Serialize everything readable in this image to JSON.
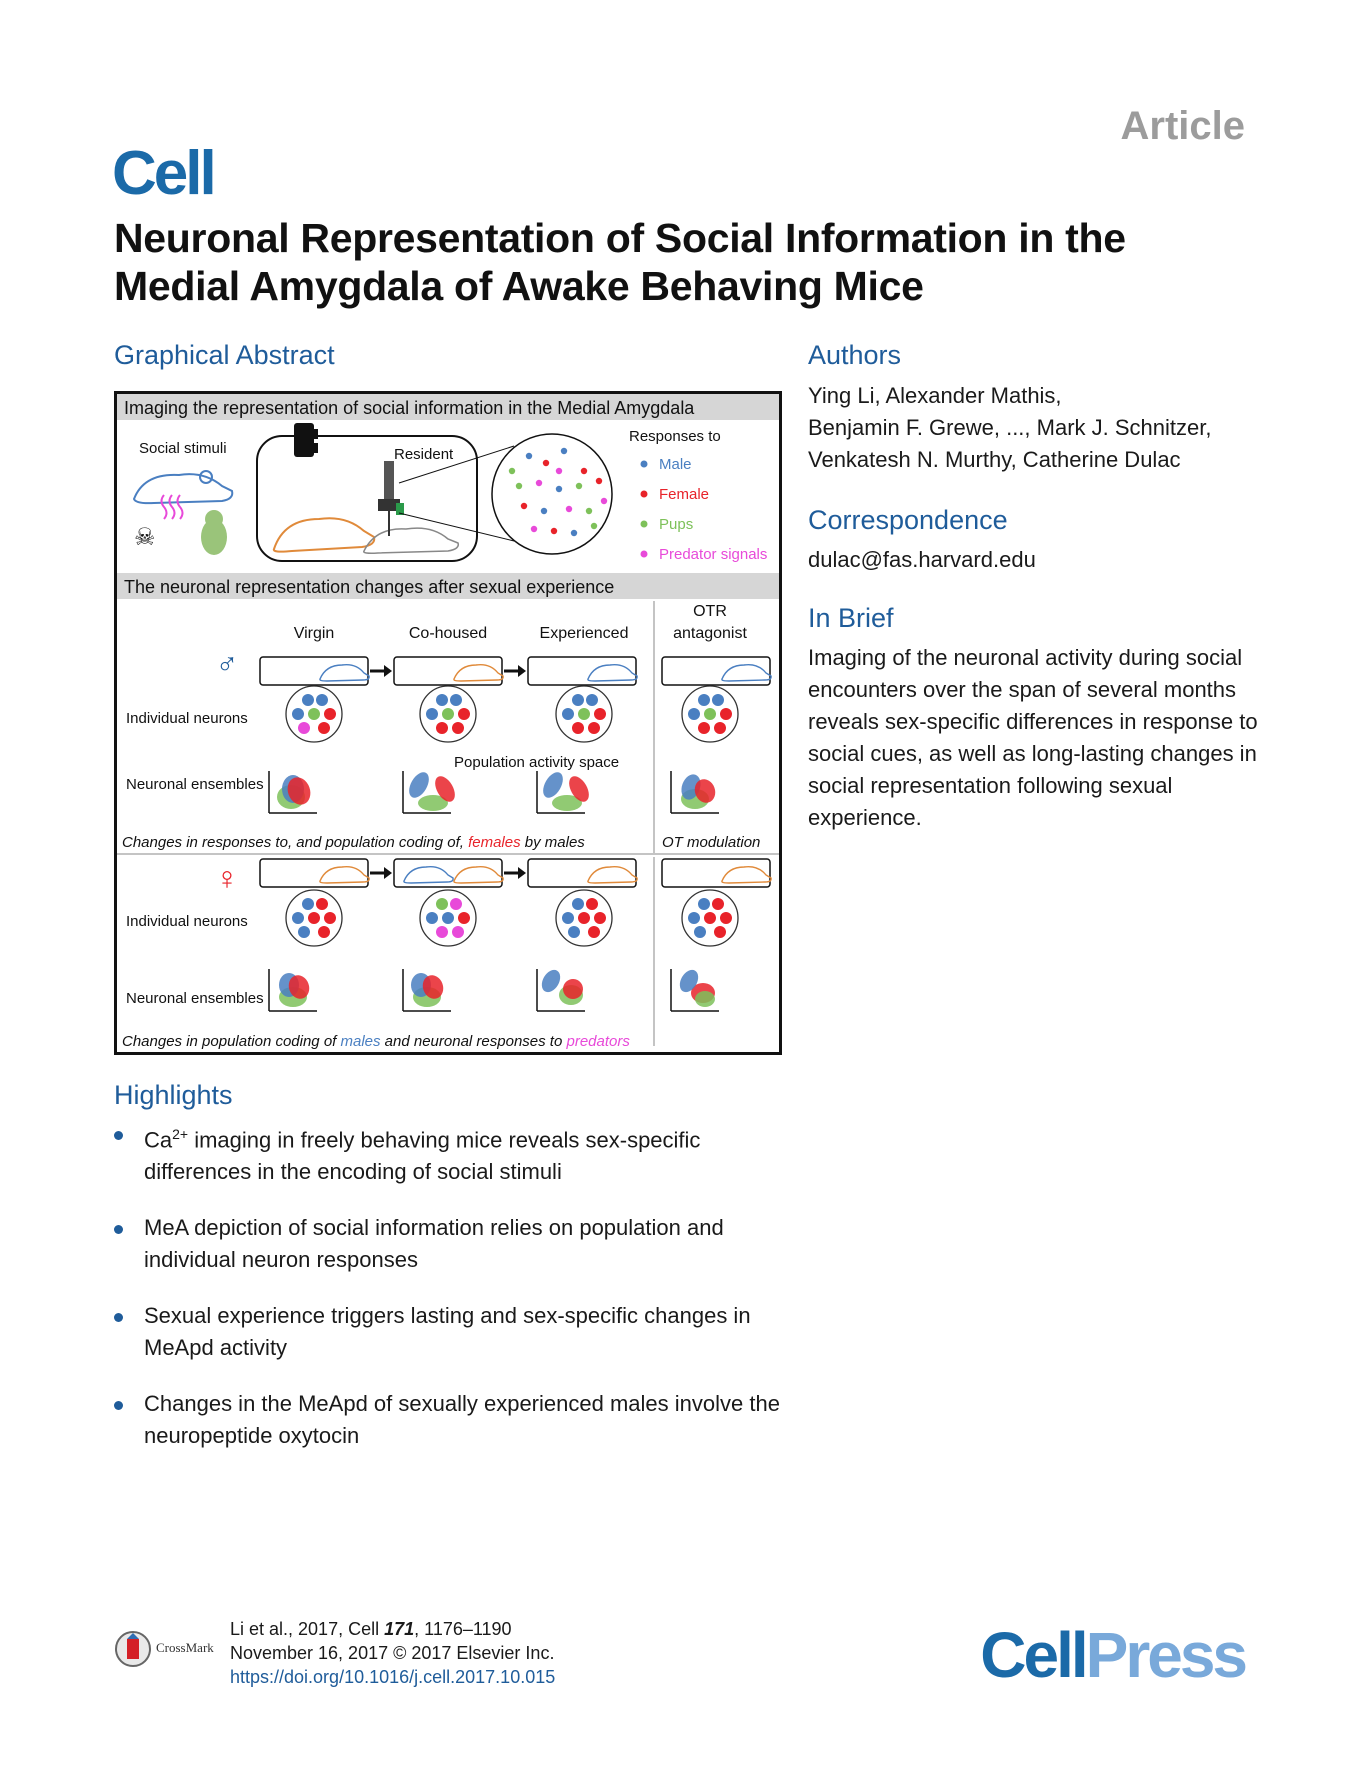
{
  "header": {
    "journal": "Cell",
    "article_type": "Article"
  },
  "title": "Neuronal Representation of Social Information in the Medial Amygdala of Awake Behaving Mice",
  "graphical_abstract": {
    "heading": "Graphical Abstract",
    "panel1_title": "Imaging the representation of social information in the Medial Amygdala",
    "social_stimuli": "Social stimuli",
    "resident": "Resident",
    "responses_to": "Responses to",
    "legend": [
      {
        "label": "Male",
        "color": "#4a7fc1"
      },
      {
        "label": "Female",
        "color": "#e8232a"
      },
      {
        "label": "Pups",
        "color": "#7ec15a"
      },
      {
        "label": "Predator signals",
        "color": "#e84ad9"
      }
    ],
    "panel2_title": "The neuronal representation changes after sexual experience",
    "conditions": [
      "Virgin",
      "Co-housed",
      "Experienced"
    ],
    "otr_line1": "OTR",
    "otr_line2": "antagonist",
    "individual_neurons": "Individual neurons",
    "neuronal_ensembles": "Neuronal ensembles",
    "population_activity_space": "Population activity space",
    "male_caption_pre": "Changes in responses to, and population coding of, ",
    "male_caption_highlight": "females",
    "male_caption_post": " by males",
    "ot_modulation": "OT modulation",
    "female_caption_pre": "Changes in population coding of ",
    "female_caption_males": "males",
    "female_caption_mid": " and neuronal responses to ",
    "female_caption_predators": "predators"
  },
  "authors": {
    "heading": "Authors",
    "line1": "Ying Li, Alexander Mathis,",
    "line2": "Benjamin F. Grewe, ..., Mark J. Schnitzer,",
    "line3": "Venkatesh N. Murthy, Catherine Dulac"
  },
  "correspondence": {
    "heading": "Correspondence",
    "email": "dulac@fas.harvard.edu"
  },
  "in_brief": {
    "heading": "In Brief",
    "text": "Imaging of the neuronal activity during social encounters over the span of several months reveals sex-specific differences in response to social cues, as well as long-lasting changes in social representation following sexual experience."
  },
  "highlights": {
    "heading": "Highlights",
    "item1_pre": "Ca",
    "item1_sup": "2+",
    "item1_post": " imaging in freely behaving mice reveals sex-specific differences in the encoding of social stimuli",
    "item2": "MeA depiction of social information relies on population and individual neuron responses",
    "item3": "Sexual experience triggers lasting and sex-specific changes in MeApd activity",
    "item4": "Changes in the MeApd of sexually experienced males involve the neuropeptide oxytocin"
  },
  "footer": {
    "citation_pre": "Li et al., 2017, Cell ",
    "volume": "171",
    "pages": ", 1176–1190",
    "date": "November 16, 2017 © 2017 Elsevier Inc.",
    "doi": "https://doi.org/10.1016/j.cell.2017.10.015",
    "crossmark": "CrossMark",
    "publisher_part1": "Cell",
    "publisher_part2": "Press"
  }
}
